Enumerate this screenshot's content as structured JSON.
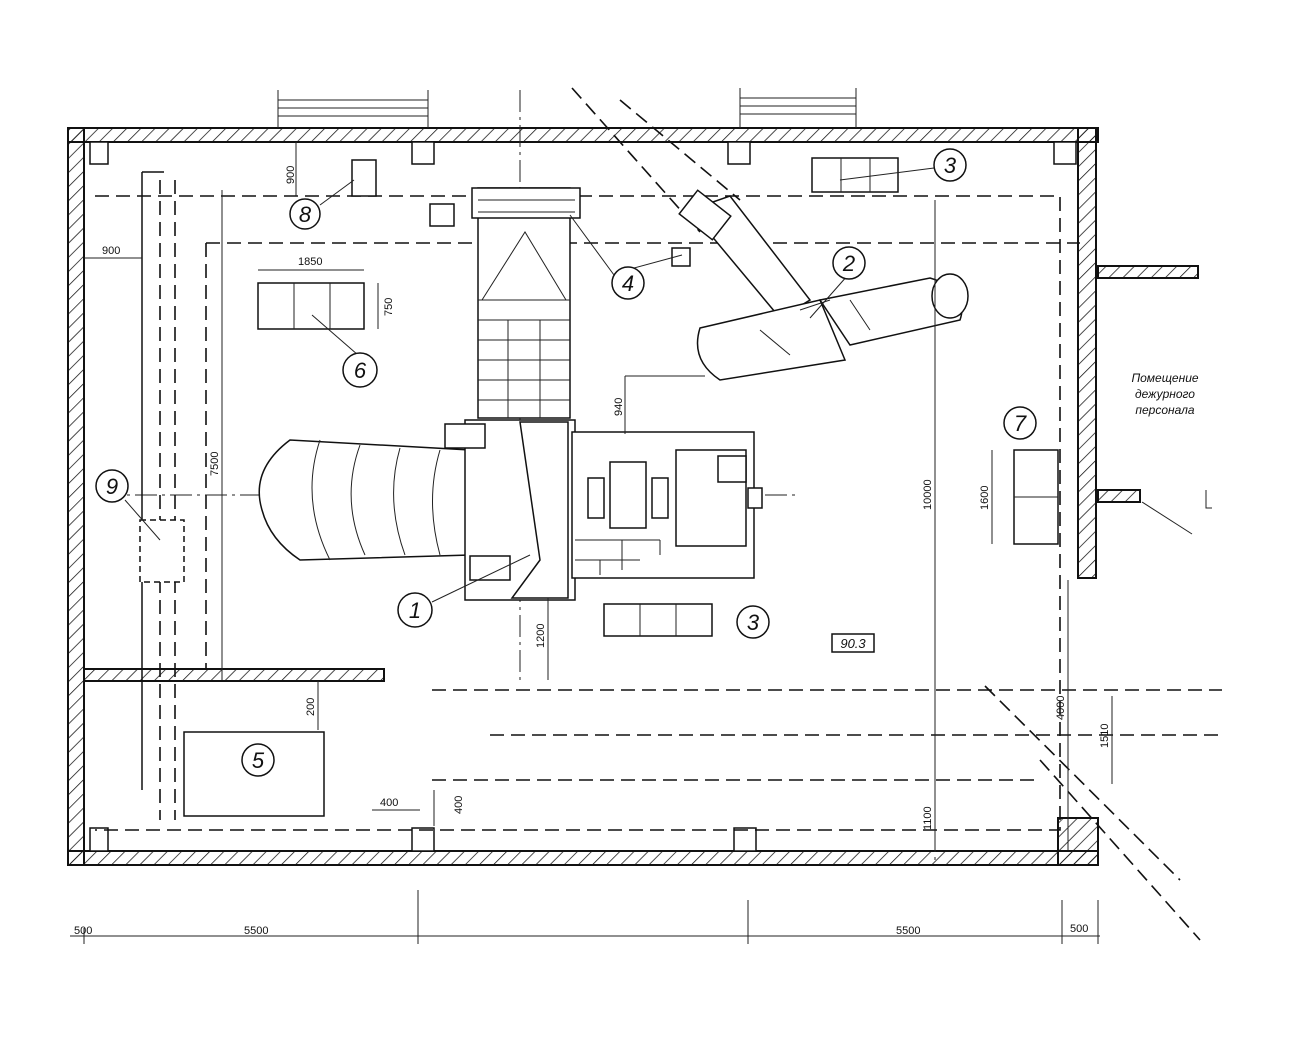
{
  "room_label": {
    "line1": "Помещение",
    "line2": "дежурного",
    "line3": "персонала"
  },
  "callouts": {
    "c1": "1",
    "c2": "2",
    "c3a": "3",
    "c3b": "3",
    "c4": "4",
    "c5": "5",
    "c6": "6",
    "c7": "7",
    "c8": "8",
    "c9": "9"
  },
  "level_mark": "90.3",
  "dimensions": {
    "d900_top": "900",
    "d900_left": "900",
    "d1850": "1850",
    "d750": "750",
    "d940": "940",
    "d7500": "7500",
    "d10000": "10000",
    "d1600": "1600",
    "d1200": "1200",
    "d200": "200",
    "d400a": "400",
    "d400b": "400",
    "d4000": "4000",
    "d1510": "1510",
    "d1100": "1100",
    "d5500_left": "5500",
    "d5500_right": "5500",
    "d500_right": "500",
    "d500_left": "500"
  },
  "colors": {
    "ink": "#111111",
    "paper": "#ffffff"
  }
}
